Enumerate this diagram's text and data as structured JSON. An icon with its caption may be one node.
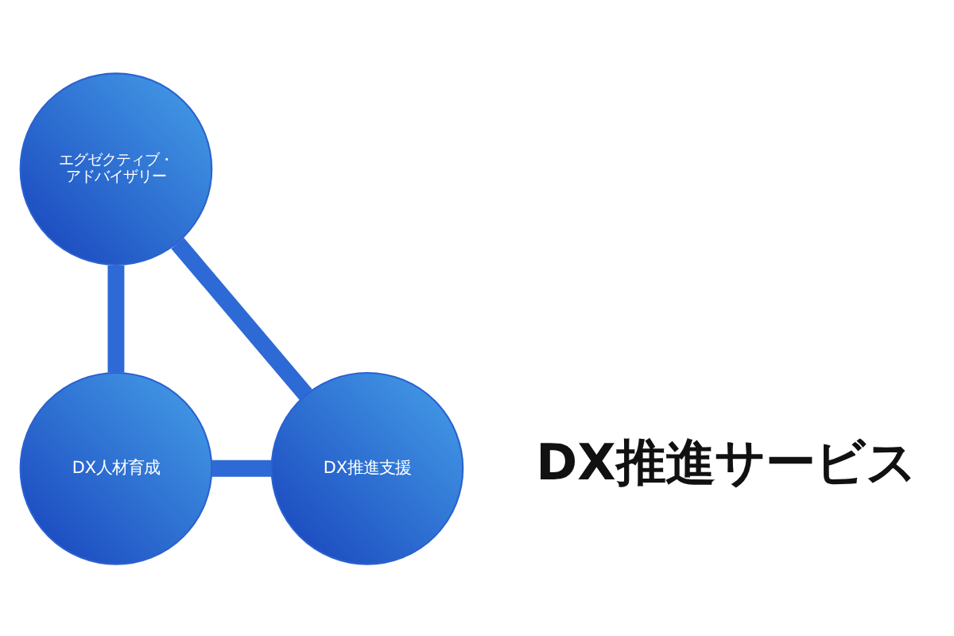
{
  "diagram": {
    "nodes": [
      {
        "text": [
          "DX推進サービス"
        ]
      },
      {
        "text": [
          "エグゼクティブ・アドバイザリー"
        ]
      },
      {
        "text": [
          "DX推進支援"
        ]
      },
      {
        "text": [
          "DX人材育成"
        ]
      }
    ],
    "edges": [
      {
        "from": 1,
        "to": 3,
        "arrow": "none"
      },
      {
        "from": 3,
        "to": 2,
        "arrow": "none"
      },
      {
        "from": 2,
        "to": 1,
        "arrow": "none"
      }
    ]
  }
}
